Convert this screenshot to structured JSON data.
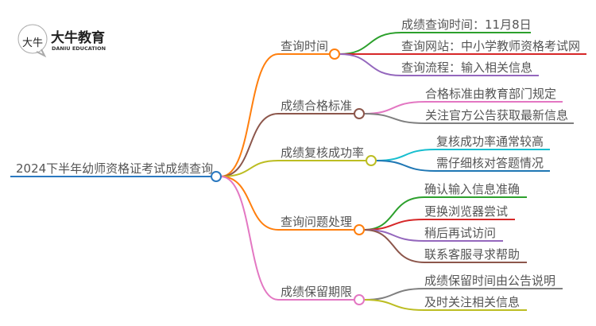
{
  "logo": {
    "mark": "大牛",
    "name": "大牛教育",
    "subtitle": "DANIU EDUCATION"
  },
  "root": {
    "label": "2024下半年幼师资格证考试成绩查询",
    "color": "#2a78c0"
  },
  "branches": [
    {
      "label": "查询时间",
      "color": "#ff7f0e",
      "children": [
        {
          "label": "成绩查询时间：11月8日",
          "color": "#2ca02c"
        },
        {
          "label": "查询网站：中小学教师资格考试网",
          "color": "#d62728"
        },
        {
          "label": "查询流程：输入相关信息",
          "color": "#9467bd"
        }
      ]
    },
    {
      "label": "成绩合格标准",
      "color": "#8c564b",
      "children": [
        {
          "label": "合格标准由教育部门规定",
          "color": "#e377c2"
        },
        {
          "label": "关注官方公告获取最新信息",
          "color": "#7f7f7f"
        }
      ]
    },
    {
      "label": "成绩复核成功率",
      "color": "#bcbd22",
      "children": [
        {
          "label": "复核成功率通常较高",
          "color": "#17becf"
        },
        {
          "label": "需仔细核对答题情况",
          "color": "#1f77b4"
        }
      ]
    },
    {
      "label": "查询问题处理",
      "color": "#ff7f0e",
      "children": [
        {
          "label": "确认输入信息准确",
          "color": "#2ca02c"
        },
        {
          "label": "更换浏览器尝试",
          "color": "#d62728"
        },
        {
          "label": "稍后再试访问",
          "color": "#9467bd"
        },
        {
          "label": "联系客服寻求帮助",
          "color": "#8c564b"
        }
      ]
    },
    {
      "label": "成绩保留期限",
      "color": "#e377c2",
      "children": [
        {
          "label": "成绩保留时间由公告说明",
          "color": "#7f7f7f"
        },
        {
          "label": "及时关注相关信息",
          "color": "#bcbd22"
        }
      ]
    }
  ]
}
